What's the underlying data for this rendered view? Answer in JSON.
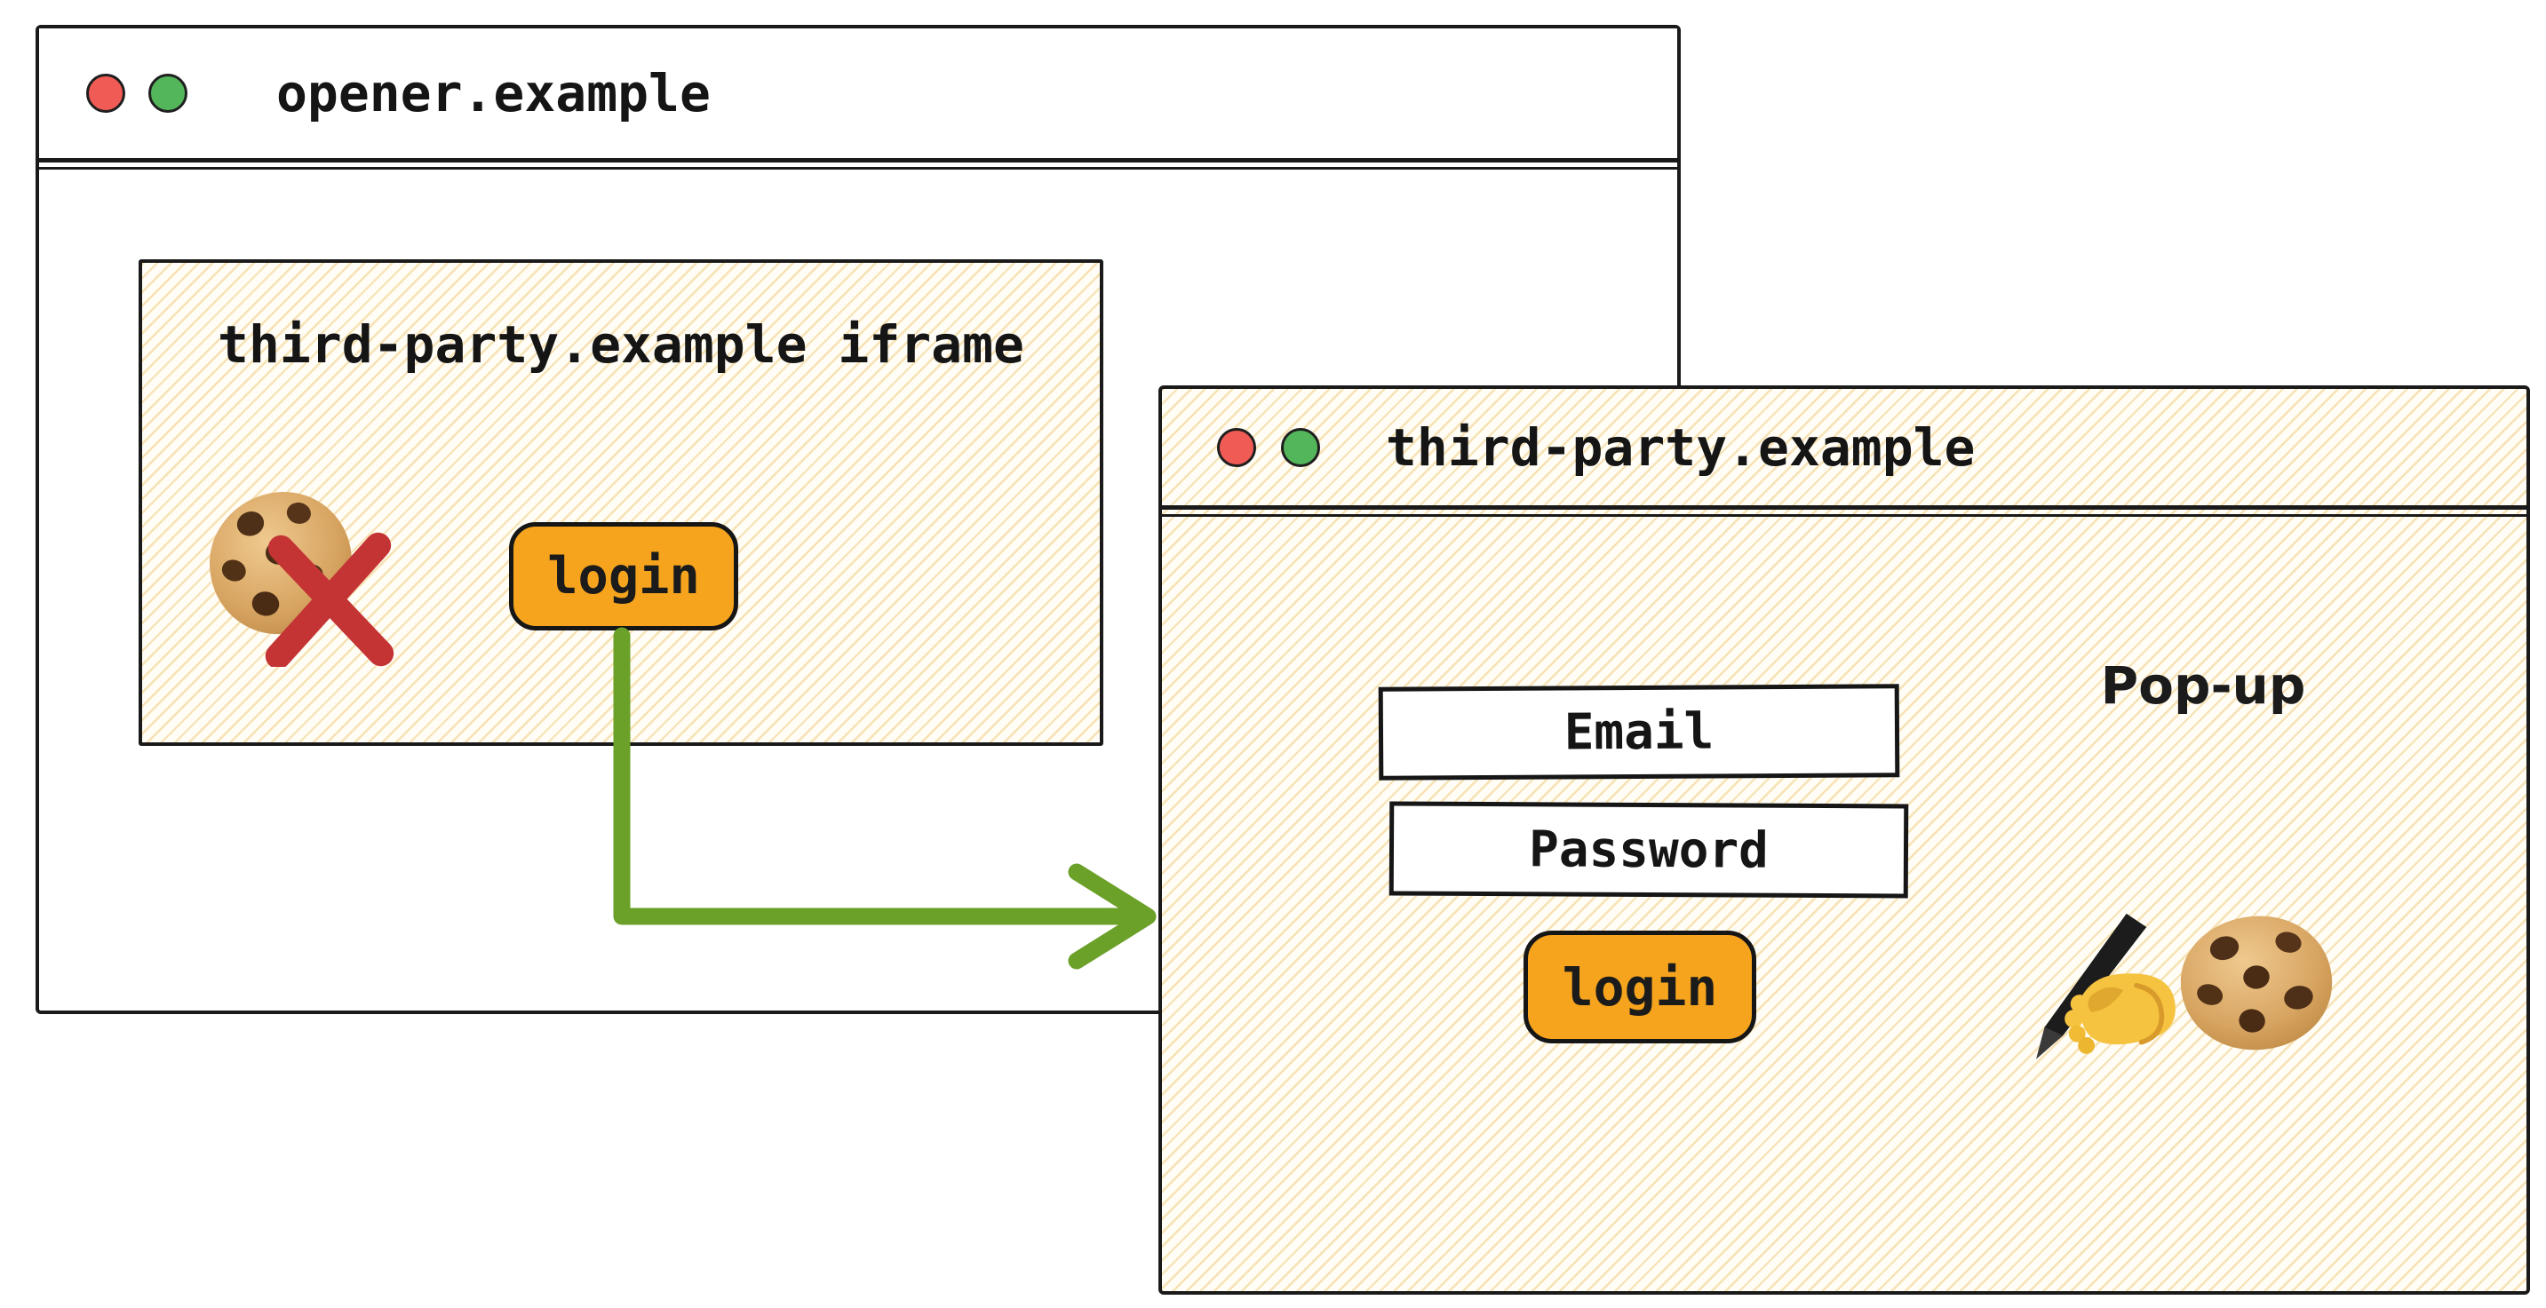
{
  "palette": {
    "ink": "#1a1a1a",
    "accent_orange": "#F6A41D",
    "arrow_green": "#6BA029",
    "cross_red": "#C43434",
    "traffic_light_red": "#F15B55",
    "traffic_light_green": "#54B65A",
    "hatch_background": "#FFFDF5",
    "hatch_line": "#F0CB7D"
  },
  "icons": {
    "window_controls": [
      "close-dot-icon",
      "minimize-dot-icon"
    ],
    "cookie": "cookie-icon",
    "blocked_cross": "cross-icon",
    "writing_hand": "writing-hand-icon",
    "arrow": "login-opens-popup-arrow"
  },
  "opener_window": {
    "title": "opener.example",
    "iframe": {
      "label": "third-party.example iframe",
      "login_button_label": "login"
    }
  },
  "popup_window": {
    "title": "third-party.example",
    "annotation": "Pop-up",
    "email_field_value": "Email",
    "password_field_value": "Password",
    "login_button_label": "login"
  }
}
